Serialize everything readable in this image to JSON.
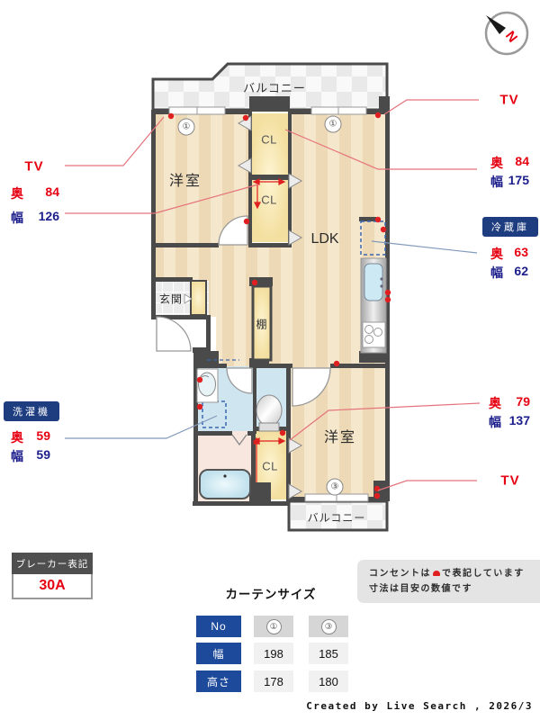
{
  "compass": {
    "north": "N"
  },
  "floorplan": {
    "balcony_top": "バルコニー",
    "balcony_bottom": "バルコニー",
    "room_left": "洋室",
    "room_bottom": "洋室",
    "ldk": "LDK",
    "entrance": "玄関",
    "shelf": "棚",
    "closet1": "CL",
    "closet2": "CL",
    "closet3": "CL",
    "window1_left": "①",
    "window1_right": "①",
    "window3": "③"
  },
  "callouts": {
    "tv_left": "TV",
    "tv_right": "TV",
    "tv_bottom": "TV",
    "closet2_depth_label": "奥",
    "closet2_depth": "84",
    "closet2_width_label": "幅",
    "closet2_width": "126",
    "closet1_depth_label": "奥",
    "closet1_depth": "84",
    "closet1_width_label": "幅",
    "closet1_width": "175",
    "fridge_title": "冷蔵庫",
    "fridge_depth_label": "奥",
    "fridge_depth": "63",
    "fridge_width_label": "幅",
    "fridge_width": "62",
    "washer_title": "洗濯機",
    "washer_depth_label": "奥",
    "washer_depth": "59",
    "washer_width_label": "幅",
    "washer_width": "59",
    "closet3_depth_label": "奥",
    "closet3_depth": "79",
    "closet3_width_label": "幅",
    "closet3_width": "137"
  },
  "breaker": {
    "title": "ブレーカー表記",
    "value": "30A"
  },
  "curtain_table": {
    "title": "カーテンサイズ",
    "row_headers": [
      "No",
      "幅",
      "高さ"
    ],
    "columns": [
      {
        "no": "①",
        "width": "198",
        "height": "178"
      },
      {
        "no": "③",
        "width": "185",
        "height": "180"
      }
    ]
  },
  "notes": {
    "line1_prefix": "コンセントは",
    "line1_suffix": "で表記しています",
    "line2": "寸法は目安の数値です"
  },
  "credit": "Created by Live Search , 2026/3"
}
